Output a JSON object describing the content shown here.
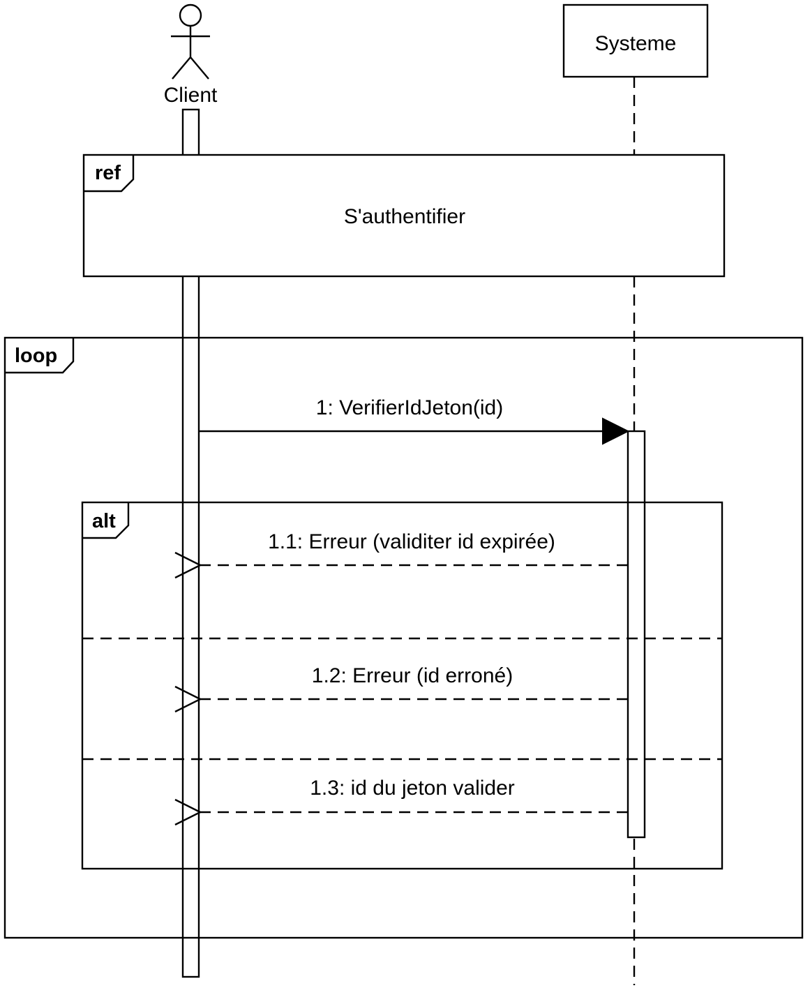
{
  "participants": {
    "client": {
      "label": "Client",
      "kind": "actor"
    },
    "systeme": {
      "label": "Systeme",
      "kind": "object"
    }
  },
  "ref_frame": {
    "tag": "ref",
    "title": "S'authentifier"
  },
  "loop_frame": {
    "tag": "loop"
  },
  "alt_frame": {
    "tag": "alt"
  },
  "messages": [
    {
      "label": "1: VerifierIdJeton(id)",
      "type": "synchronous"
    },
    {
      "label": "1.1: Erreur (validiter id expirée)",
      "type": "return"
    },
    {
      "label": "1.2: Erreur (id erroné)",
      "type": "return"
    },
    {
      "label": "1.3: id du jeton valider",
      "type": "return"
    }
  ]
}
